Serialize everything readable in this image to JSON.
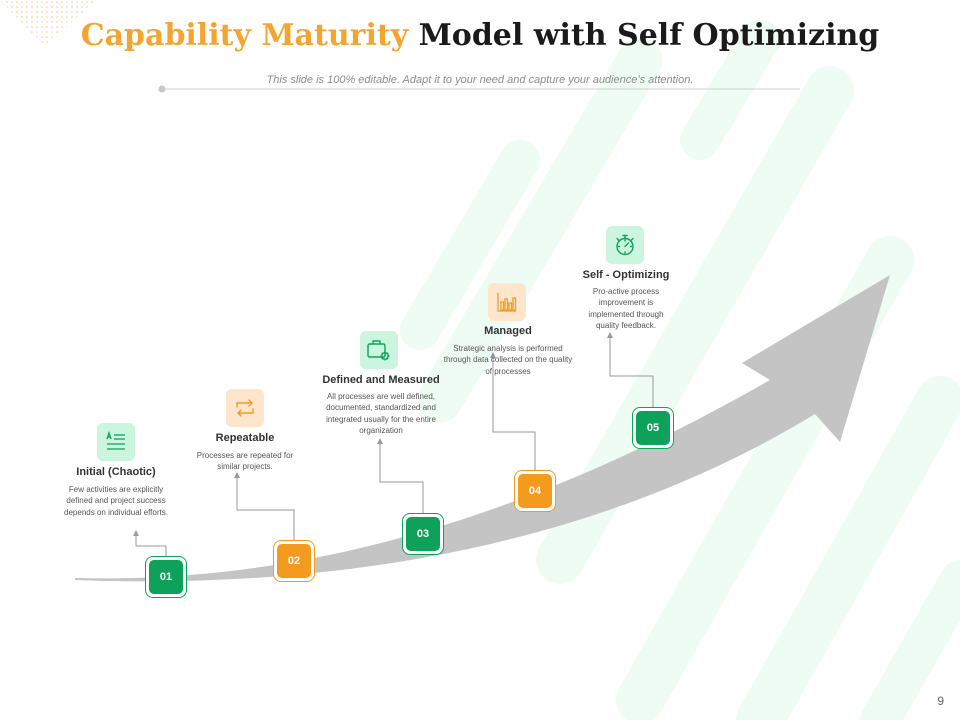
{
  "title": {
    "accent": "Capability Maturity",
    "rest": " Model with Self Optimizing"
  },
  "subtitle": "This slide is 100% editable. Adapt it to your need and capture your audience’s attention.",
  "steps": [
    {
      "number": "01",
      "title": "Initial (Chaotic)",
      "description": "Few activities are explicitly defined and project success depends on individual efforts.",
      "icon": "text-list-icon",
      "color": "green"
    },
    {
      "number": "02",
      "title": "Repeatable",
      "description": "Processes are repeated for similar projects.",
      "icon": "repeat-arrows-icon",
      "color": "orange"
    },
    {
      "number": "03",
      "title": "Defined and Measured",
      "description": "All processes are well defined, documented, standardized and integrated usually for the entire organization",
      "icon": "briefcase-gear-icon",
      "color": "green"
    },
    {
      "number": "04",
      "title": "Managed",
      "description": "Strategic analysis is performed through data collected on the quality of processes",
      "icon": "bar-chart-icon",
      "color": "orange"
    },
    {
      "number": "05",
      "title": "Self - Optimizing",
      "description": "Pro-active process improvement is implemented through quality feedback.",
      "icon": "stopwatch-icon",
      "color": "green"
    }
  ],
  "colors": {
    "green": "#0ea15a",
    "orange": "#f39a1f",
    "title_accent": "#f4a430"
  },
  "page_number": "9"
}
